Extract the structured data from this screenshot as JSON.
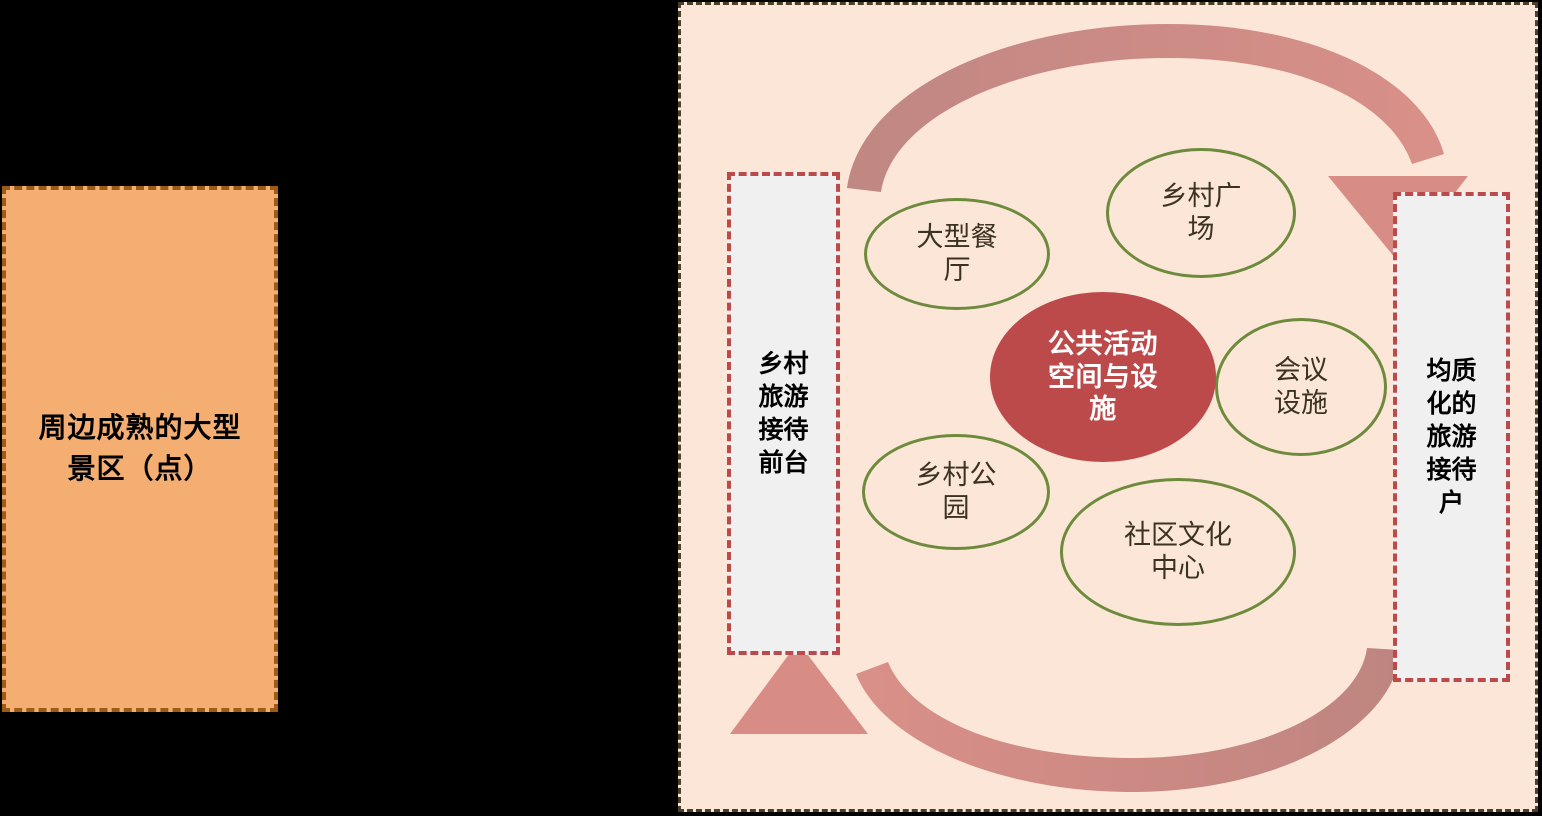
{
  "left_panel": {
    "label": "周边成熟的大型\n景区（点）",
    "fill_color": "#F5AE71",
    "border_color": "#9E5B15"
  },
  "right_panel": {
    "fill_color": "#FBE6D7",
    "border_color": "#4A4026",
    "side_boxes": [
      {
        "id": "reception-front-desk",
        "label": "乡村\n旅游\n接待\n前台",
        "fill_color": "#F0F0F0",
        "border_color": "#BC4A4A"
      },
      {
        "id": "homogenized-households",
        "label": "均质\n化的\n旅游\n接待\n户",
        "fill_color": "#F0F0F0",
        "border_color": "#BC4A4A"
      }
    ],
    "hub": {
      "label": "公共活动\n空间与设\n施",
      "fill_color": "#BC4A4A",
      "text_color": "#FFFFFF"
    },
    "nodes": [
      {
        "label": "大型餐\n厅",
        "border_color": "#6E8B3D",
        "text_color": "#3B3223"
      },
      {
        "label": "乡村广\n场",
        "border_color": "#6E8B3D",
        "text_color": "#3B3223"
      },
      {
        "label": "会议\n设施",
        "border_color": "#6E8B3D",
        "text_color": "#3B3223"
      },
      {
        "label": "社区文化\n中心",
        "border_color": "#6E8B3D",
        "text_color": "#3B3223"
      },
      {
        "label": "乡村公\n园",
        "border_color": "#6E8B3D",
        "text_color": "#3B3223"
      }
    ],
    "arrows": [
      {
        "id": "top-arrow",
        "direction": "left-to-right",
        "color": "#CE8A84"
      },
      {
        "id": "bottom-arrow",
        "direction": "right-to-left",
        "color": "#CE8A84"
      }
    ]
  }
}
